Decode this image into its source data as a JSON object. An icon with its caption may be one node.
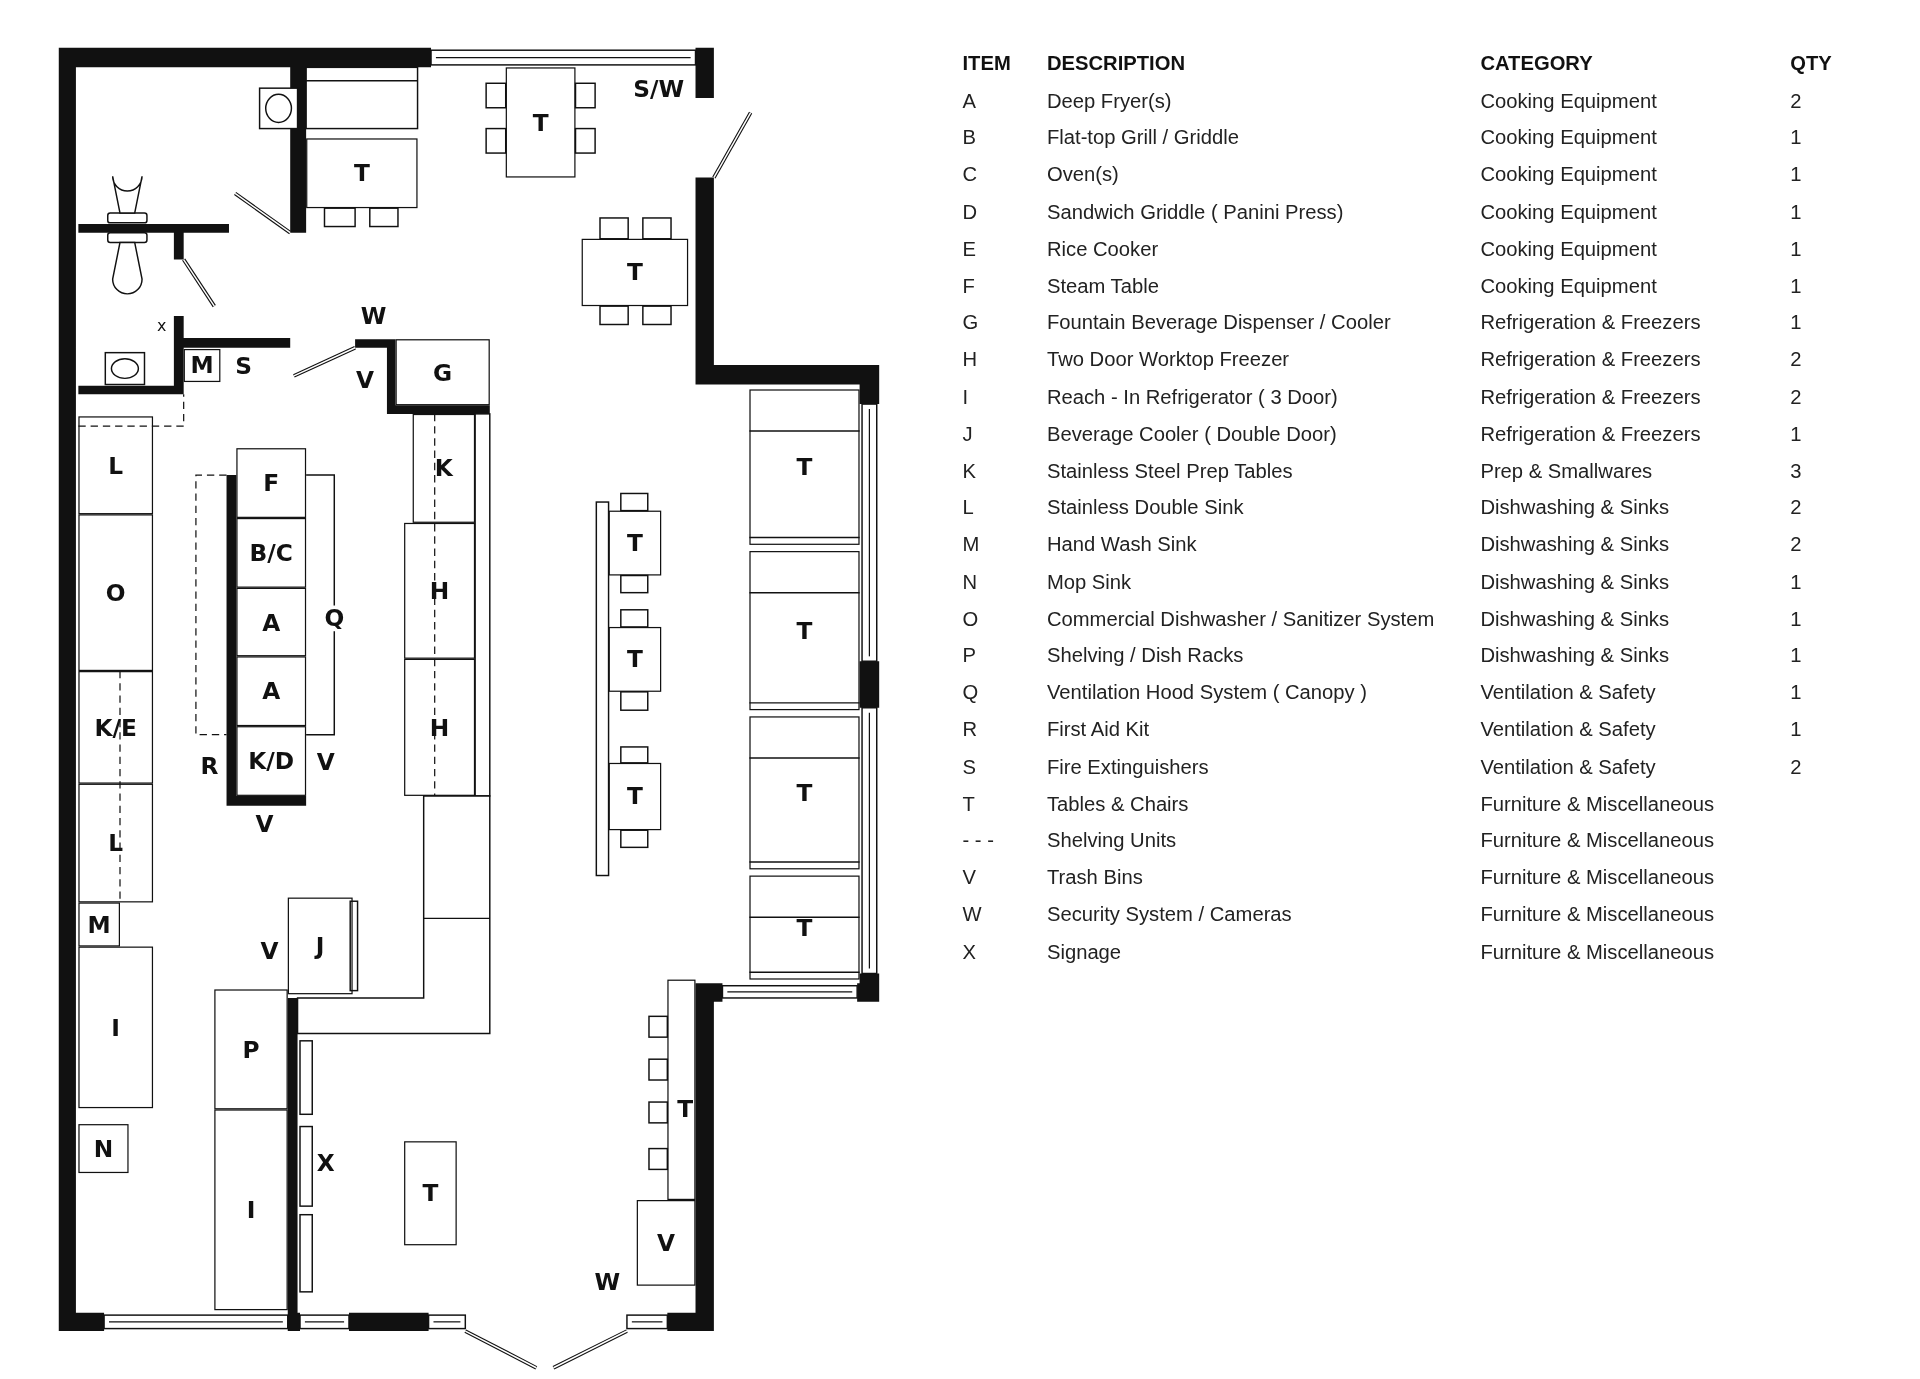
{
  "diagram": {
    "nodes": [
      {
        "text": [
          "T"
        ]
      },
      {
        "text": [
          "T"
        ]
      },
      {
        "text": [
          "T"
        ]
      },
      {
        "text": [
          "G"
        ]
      },
      {
        "text": [
          "M"
        ]
      },
      {
        "text": [
          "K"
        ]
      },
      {
        "text": [
          "L"
        ]
      },
      {
        "text": [
          "F"
        ]
      },
      {
        "text": [
          "T"
        ]
      },
      {
        "text": [
          "O"
        ]
      },
      {
        "text": [
          "B/C"
        ]
      },
      {
        "text": [
          "H"
        ]
      },
      {
        "text": [
          "T"
        ]
      },
      {
        "text": [
          "A"
        ]
      },
      {
        "text": [
          "A"
        ]
      },
      {
        "text": [
          "T"
        ]
      },
      {
        "text": [
          "T"
        ]
      },
      {
        "text": [
          "H"
        ]
      },
      {
        "text": [
          "K/E"
        ]
      },
      {
        "text": [
          "K/D"
        ]
      },
      {
        "text": [
          "T"
        ]
      },
      {
        "text": [
          "T"
        ]
      },
      {
        "text": [
          "L"
        ]
      },
      {
        "text": [
          "M"
        ]
      },
      {
        "text": [
          "J"
        ]
      },
      {
        "text": [
          "T"
        ]
      },
      {
        "text": [
          "I"
        ]
      },
      {
        "text": [
          "P"
        ]
      },
      {
        "text": [
          "T"
        ]
      },
      {
        "text": [
          "N"
        ]
      },
      {
        "text": [
          "I"
        ]
      },
      {
        "text": [
          "T"
        ]
      },
      {
        "text": [
          "V"
        ]
      }
    ],
    "labels": [
      "S/W",
      "W",
      "x",
      "S",
      "V",
      "Q",
      "R",
      "V",
      "V",
      "V",
      "X",
      "W",
      "ITEM",
      "DESCRIPTION",
      "CATEGORY",
      "QTY",
      "A",
      "Deep Fryer(s)",
      "Cooking Equipment",
      "2",
      "B",
      "Flat-top Grill / Griddle",
      "Cooking Equipment",
      "1",
      "C",
      "Oven(s)",
      "Cooking Equipment",
      "1",
      "D",
      "Sandwich Griddle ( Panini Press)",
      "Cooking Equipment",
      "1",
      "E",
      "Rice Cooker",
      "Cooking Equipment",
      "1",
      "F",
      "Steam Table",
      "Cooking Equipment",
      "1",
      "G",
      "Fountain Beverage Dispenser / Cooler",
      "Refrigeration & Freezers",
      "1",
      "H",
      "Two Door Worktop Freezer",
      "Refrigeration & Freezers",
      "2",
      "I",
      "Reach - In Refrigerator ( 3 Door)",
      "Refrigeration & Freezers",
      "2",
      "J",
      "Beverage Cooler ( Double Door)",
      "Refrigeration & Freezers",
      "1",
      "K",
      "Stainless Steel Prep Tables",
      "Prep & Smallwares",
      "3",
      "L",
      "Stainless Double  Sink",
      "Dishwashing & Sinks",
      "2",
      "M",
      "Hand Wash Sink",
      "Dishwashing & Sinks",
      "2",
      "N",
      "Mop Sink",
      "Dishwashing & Sinks",
      "1",
      "O",
      "Commercial Dishwasher / Sanitizer System",
      "Dishwashing & Sinks",
      "1",
      "P",
      "Shelving / Dish Racks",
      "Dishwashing & Sinks",
      "1",
      "Q",
      "Ventilation Hood System ( Canopy )",
      "Ventilation & Safety",
      "1",
      "R",
      "First Aid Kit",
      "Ventilation & Safety",
      "1",
      "S",
      "Fire Extinguishers",
      "Ventilation & Safety",
      "2",
      "T",
      "Tables & Chairs",
      "Furniture & Miscellaneous",
      "- - -",
      "Shelving Units",
      "Furniture & Miscellaneous",
      "V",
      "Trash Bins",
      "Furniture & Miscellaneous",
      "W",
      "Security System / Cameras",
      "Furniture & Miscellaneous",
      "X",
      "Signage",
      "Furniture & Miscellaneous"
    ]
  }
}
